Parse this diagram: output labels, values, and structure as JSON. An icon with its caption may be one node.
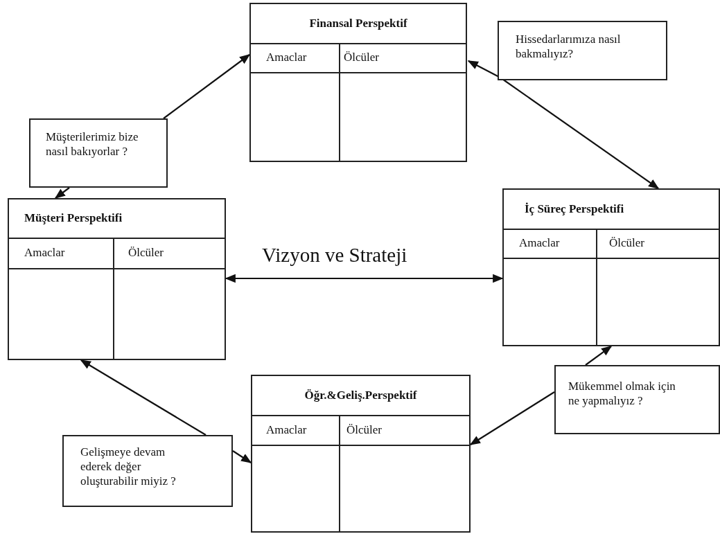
{
  "diagram": {
    "nodes": [
      {
        "text": [
          "Finansal Perspektif",
          "Amaclar",
          "Ölcüler"
        ]
      },
      {
        "text": [
          "Hissedarlarımıza nasıl bakmalıyız?"
        ]
      },
      {
        "text": [
          "Müşterilerimiz bize nasıl bakıyorlar ?"
        ]
      },
      {
        "text": [
          "İç Süreç Perspektifi",
          "Amaclar",
          "Ölcüler"
        ]
      },
      {
        "text": [
          "Müşteri Perspektifi",
          "Amaclar",
          "Ölcüler"
        ]
      },
      {
        "text": [
          "Mükemmel olmak için ne yapmalıyız ?"
        ]
      },
      {
        "text": [
          "Öğr.&Geliş.Perspektif",
          "Amaclar",
          "Ölcüler"
        ]
      },
      {
        "text": [
          "Gelişmeye devam ederek değer oluşturabilir miyiz ?"
        ]
      }
    ],
    "edges": [
      {
        "from": 2,
        "to": 0,
        "arrow": "to"
      },
      {
        "from": 2,
        "to": 4,
        "arrow": "to"
      },
      {
        "from": 1,
        "to": 0,
        "arrow": "to"
      },
      {
        "from": 1,
        "to": 3,
        "arrow": "to"
      },
      {
        "from": 4,
        "to": 3,
        "arrow": "both",
        "label": "Vizyon ve Strateji"
      },
      {
        "from": 5,
        "to": 3,
        "arrow": "to"
      },
      {
        "from": 5,
        "to": 6,
        "arrow": "to"
      },
      {
        "from": 7,
        "to": 4,
        "arrow": "to"
      },
      {
        "from": 7,
        "to": 6,
        "arrow": "to"
      }
    ]
  }
}
